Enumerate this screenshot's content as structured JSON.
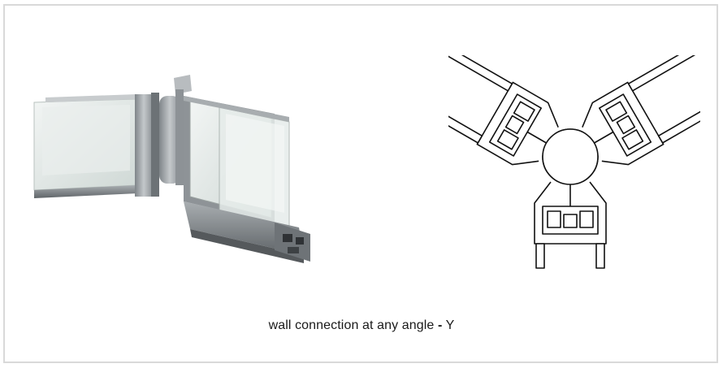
{
  "caption": {
    "text": "wall connection at any angle",
    "separator": "-",
    "suffix": "Y"
  },
  "illustrations": {
    "left": "aluminium-glass-profile-render",
    "right": "y-junction-section-drawing"
  },
  "colors": {
    "frame_border": "#d9d9d9",
    "glass": "#dfe6e4",
    "aluminium": "#9ea3a7",
    "line": "#111111"
  }
}
